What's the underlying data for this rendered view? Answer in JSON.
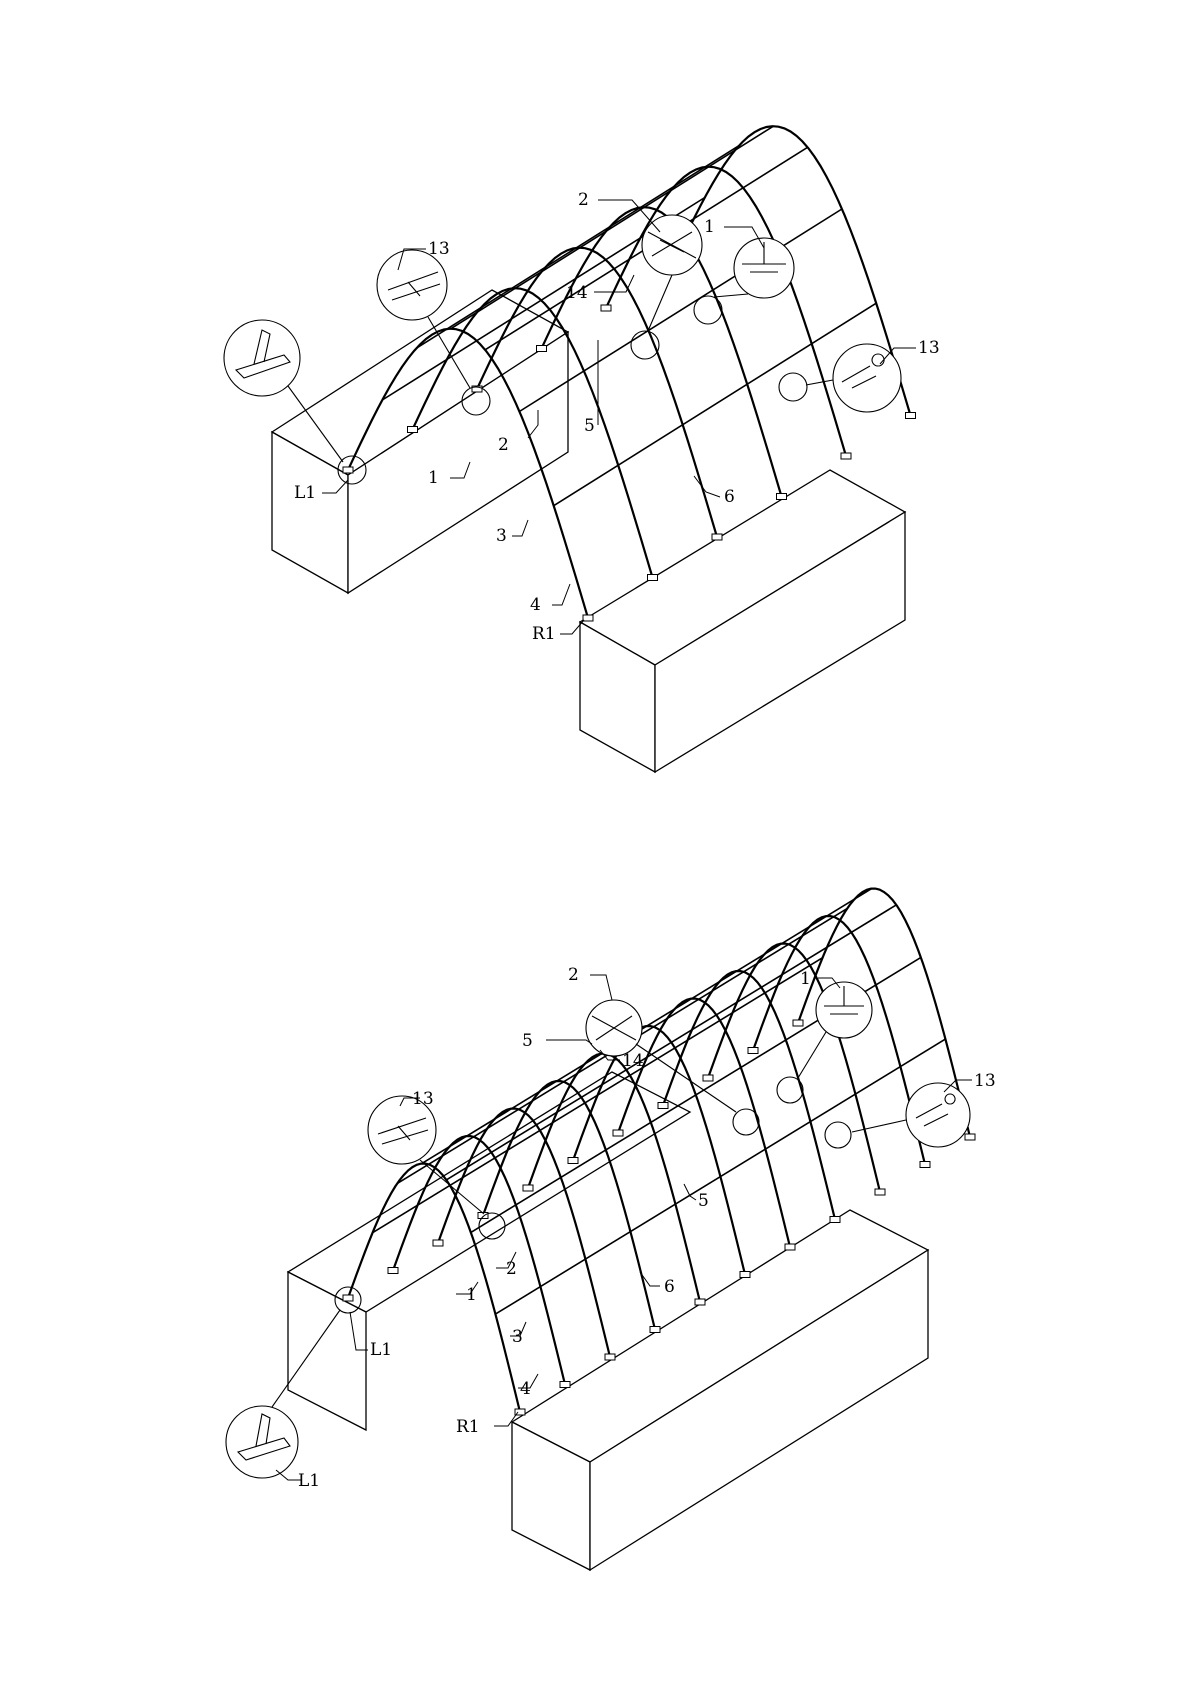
{
  "figures": [
    {
      "id": "top",
      "callouts": {
        "c2": "2",
        "c1": "1",
        "c14": "14",
        "c13a": "13",
        "c13b": "13",
        "c5": "5",
        "c2b": "2",
        "c1b": "1",
        "c6": "6",
        "c3": "3",
        "c4": "4",
        "cR1": "R1",
        "cL1": "L1"
      }
    },
    {
      "id": "bottom",
      "callouts": {
        "c2": "2",
        "c1": "1",
        "c5a": "5",
        "c14": "14",
        "c13a": "13",
        "c13b": "13",
        "c5b": "5",
        "c2b": "2",
        "c1b": "1",
        "c6": "6",
        "c3": "3",
        "c4": "4",
        "cR1": "R1",
        "cL1a": "L1",
        "cL1b": "L1"
      }
    }
  ]
}
